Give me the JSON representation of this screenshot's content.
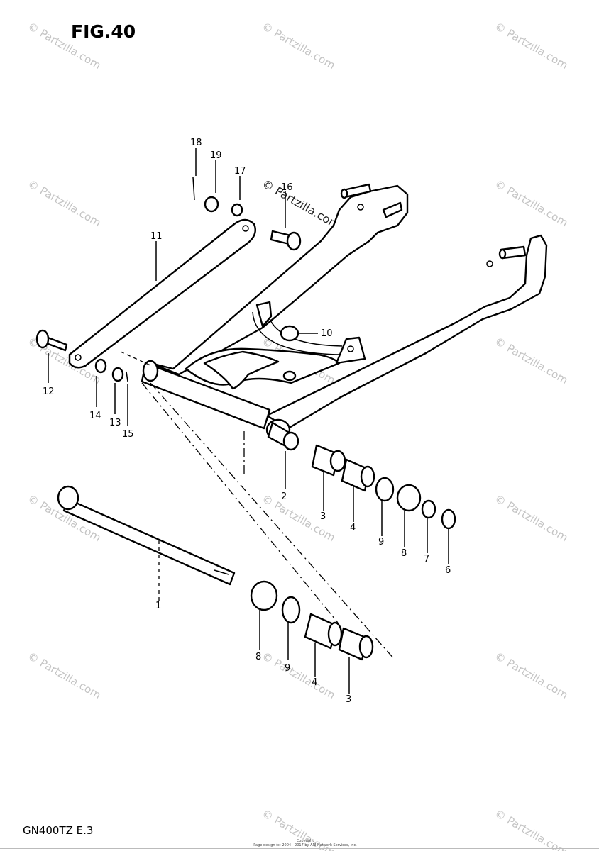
{
  "figure": {
    "title": "FIG.40",
    "model_code": "GN400TZ E.3",
    "copyright_line1": "Copyright",
    "copyright_line2": "Page design (c) 2004 - 2017 by ARI Network Services, Inc."
  },
  "watermark": {
    "text": "© Partzilla.com",
    "overlay_text": "© Partzilla.com"
  },
  "callouts": {
    "c1": "1",
    "c2": "2",
    "c3": "3",
    "c4": "4",
    "c6": "6",
    "c7": "7",
    "c8": "8",
    "c9": "9",
    "c10": "10",
    "c11": "11",
    "c12": "12",
    "c13": "13",
    "c14": "14",
    "c15": "15",
    "c16": "16",
    "c17": "17",
    "c18": "18",
    "c19": "19"
  }
}
